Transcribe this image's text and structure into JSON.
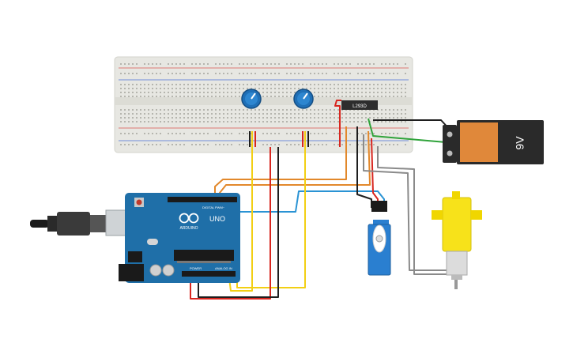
{
  "circuit": {
    "chip_label": "L293D",
    "battery_label": "9V",
    "arduino": {
      "brand_label": "ARDUINO",
      "model_label": "UNO",
      "digital_label": "DIGITAL",
      "pwm_label": "PWM~",
      "power_label": "POWER",
      "analog_label": "ANALOG IN"
    }
  },
  "colors": {
    "wire_red": "#d8261f",
    "wire_black": "#1e1e1e",
    "wire_yellow": "#f2cf14",
    "wire_orange": "#e2882b",
    "wire_blue": "#2a93d4",
    "wire_green": "#2fa33a",
    "wire_gray": "#8a8a8a",
    "arduino_board": "#1f6fa8",
    "breadboard": "#e7e7e2",
    "battery_body": "#e0883a",
    "battery_cap": "#2a2a2a",
    "motor_yellow": "#f7e21a",
    "servo_blue": "#2a7fd0",
    "pot_knob": "#1f6fb6"
  }
}
